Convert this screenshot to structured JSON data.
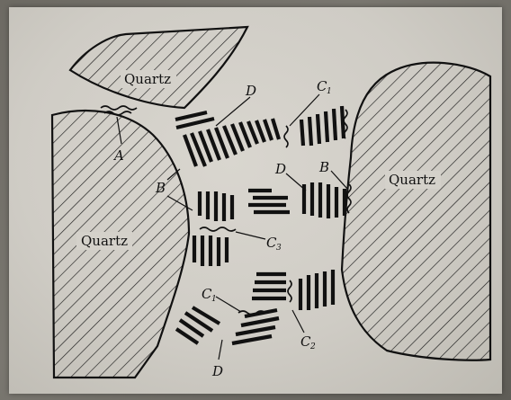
{
  "figure": {
    "quartz_labels": [
      "Quartz",
      "Quartz",
      "Quartz"
    ],
    "labels": {
      "a": "A",
      "b1": "B",
      "b2": "B",
      "c1_top": {
        "letter": "C",
        "sub": "1"
      },
      "c1_bottom": {
        "letter": "C",
        "sub": "1"
      },
      "c2": {
        "letter": "C",
        "sub": "2"
      },
      "c3": {
        "letter": "C",
        "sub": "3"
      },
      "d1": "D",
      "d2": "D",
      "d3": "D"
    }
  },
  "colors": {
    "ink": "#111111",
    "paper": "#d4d1ca",
    "background": "#6f6d66"
  }
}
